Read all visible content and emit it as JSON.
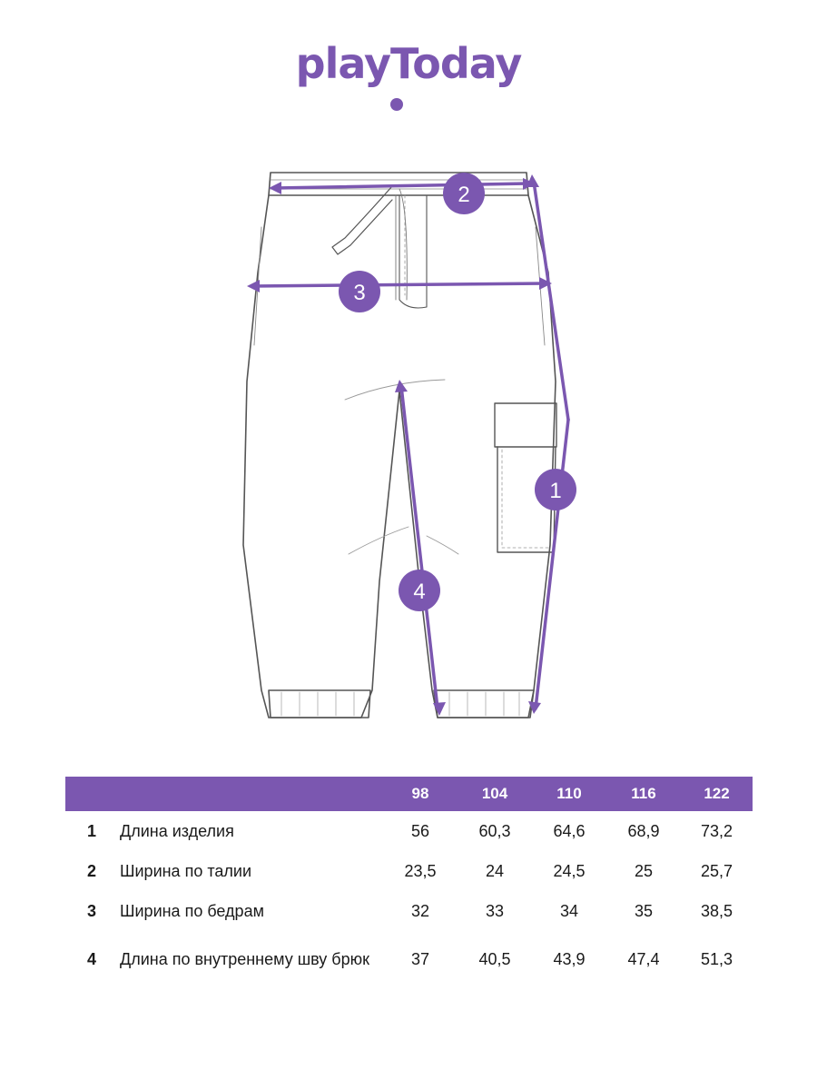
{
  "logo": {
    "text": "playToday",
    "color": "#7b57b0"
  },
  "accent_color": "#7b57b0",
  "measurement_markers": [
    "1",
    "2",
    "3",
    "4"
  ],
  "size_table": {
    "sizes": [
      "98",
      "104",
      "110",
      "116",
      "122"
    ],
    "rows": [
      {
        "num": "1",
        "label": "Длина изделия",
        "values": [
          "56",
          "60,3",
          "64,6",
          "68,9",
          "73,2"
        ]
      },
      {
        "num": "2",
        "label": "Ширина по талии",
        "values": [
          "23,5",
          "24",
          "24,5",
          "25",
          "25,7"
        ]
      },
      {
        "num": "3",
        "label": "Ширина по бедрам",
        "values": [
          "32",
          "33",
          "34",
          "35",
          "38,5"
        ]
      },
      {
        "num": "4",
        "label": "Длина по внутреннему шву брюк",
        "values": [
          "37",
          "40,5",
          "43,9",
          "47,4",
          "51,3"
        ]
      }
    ]
  }
}
